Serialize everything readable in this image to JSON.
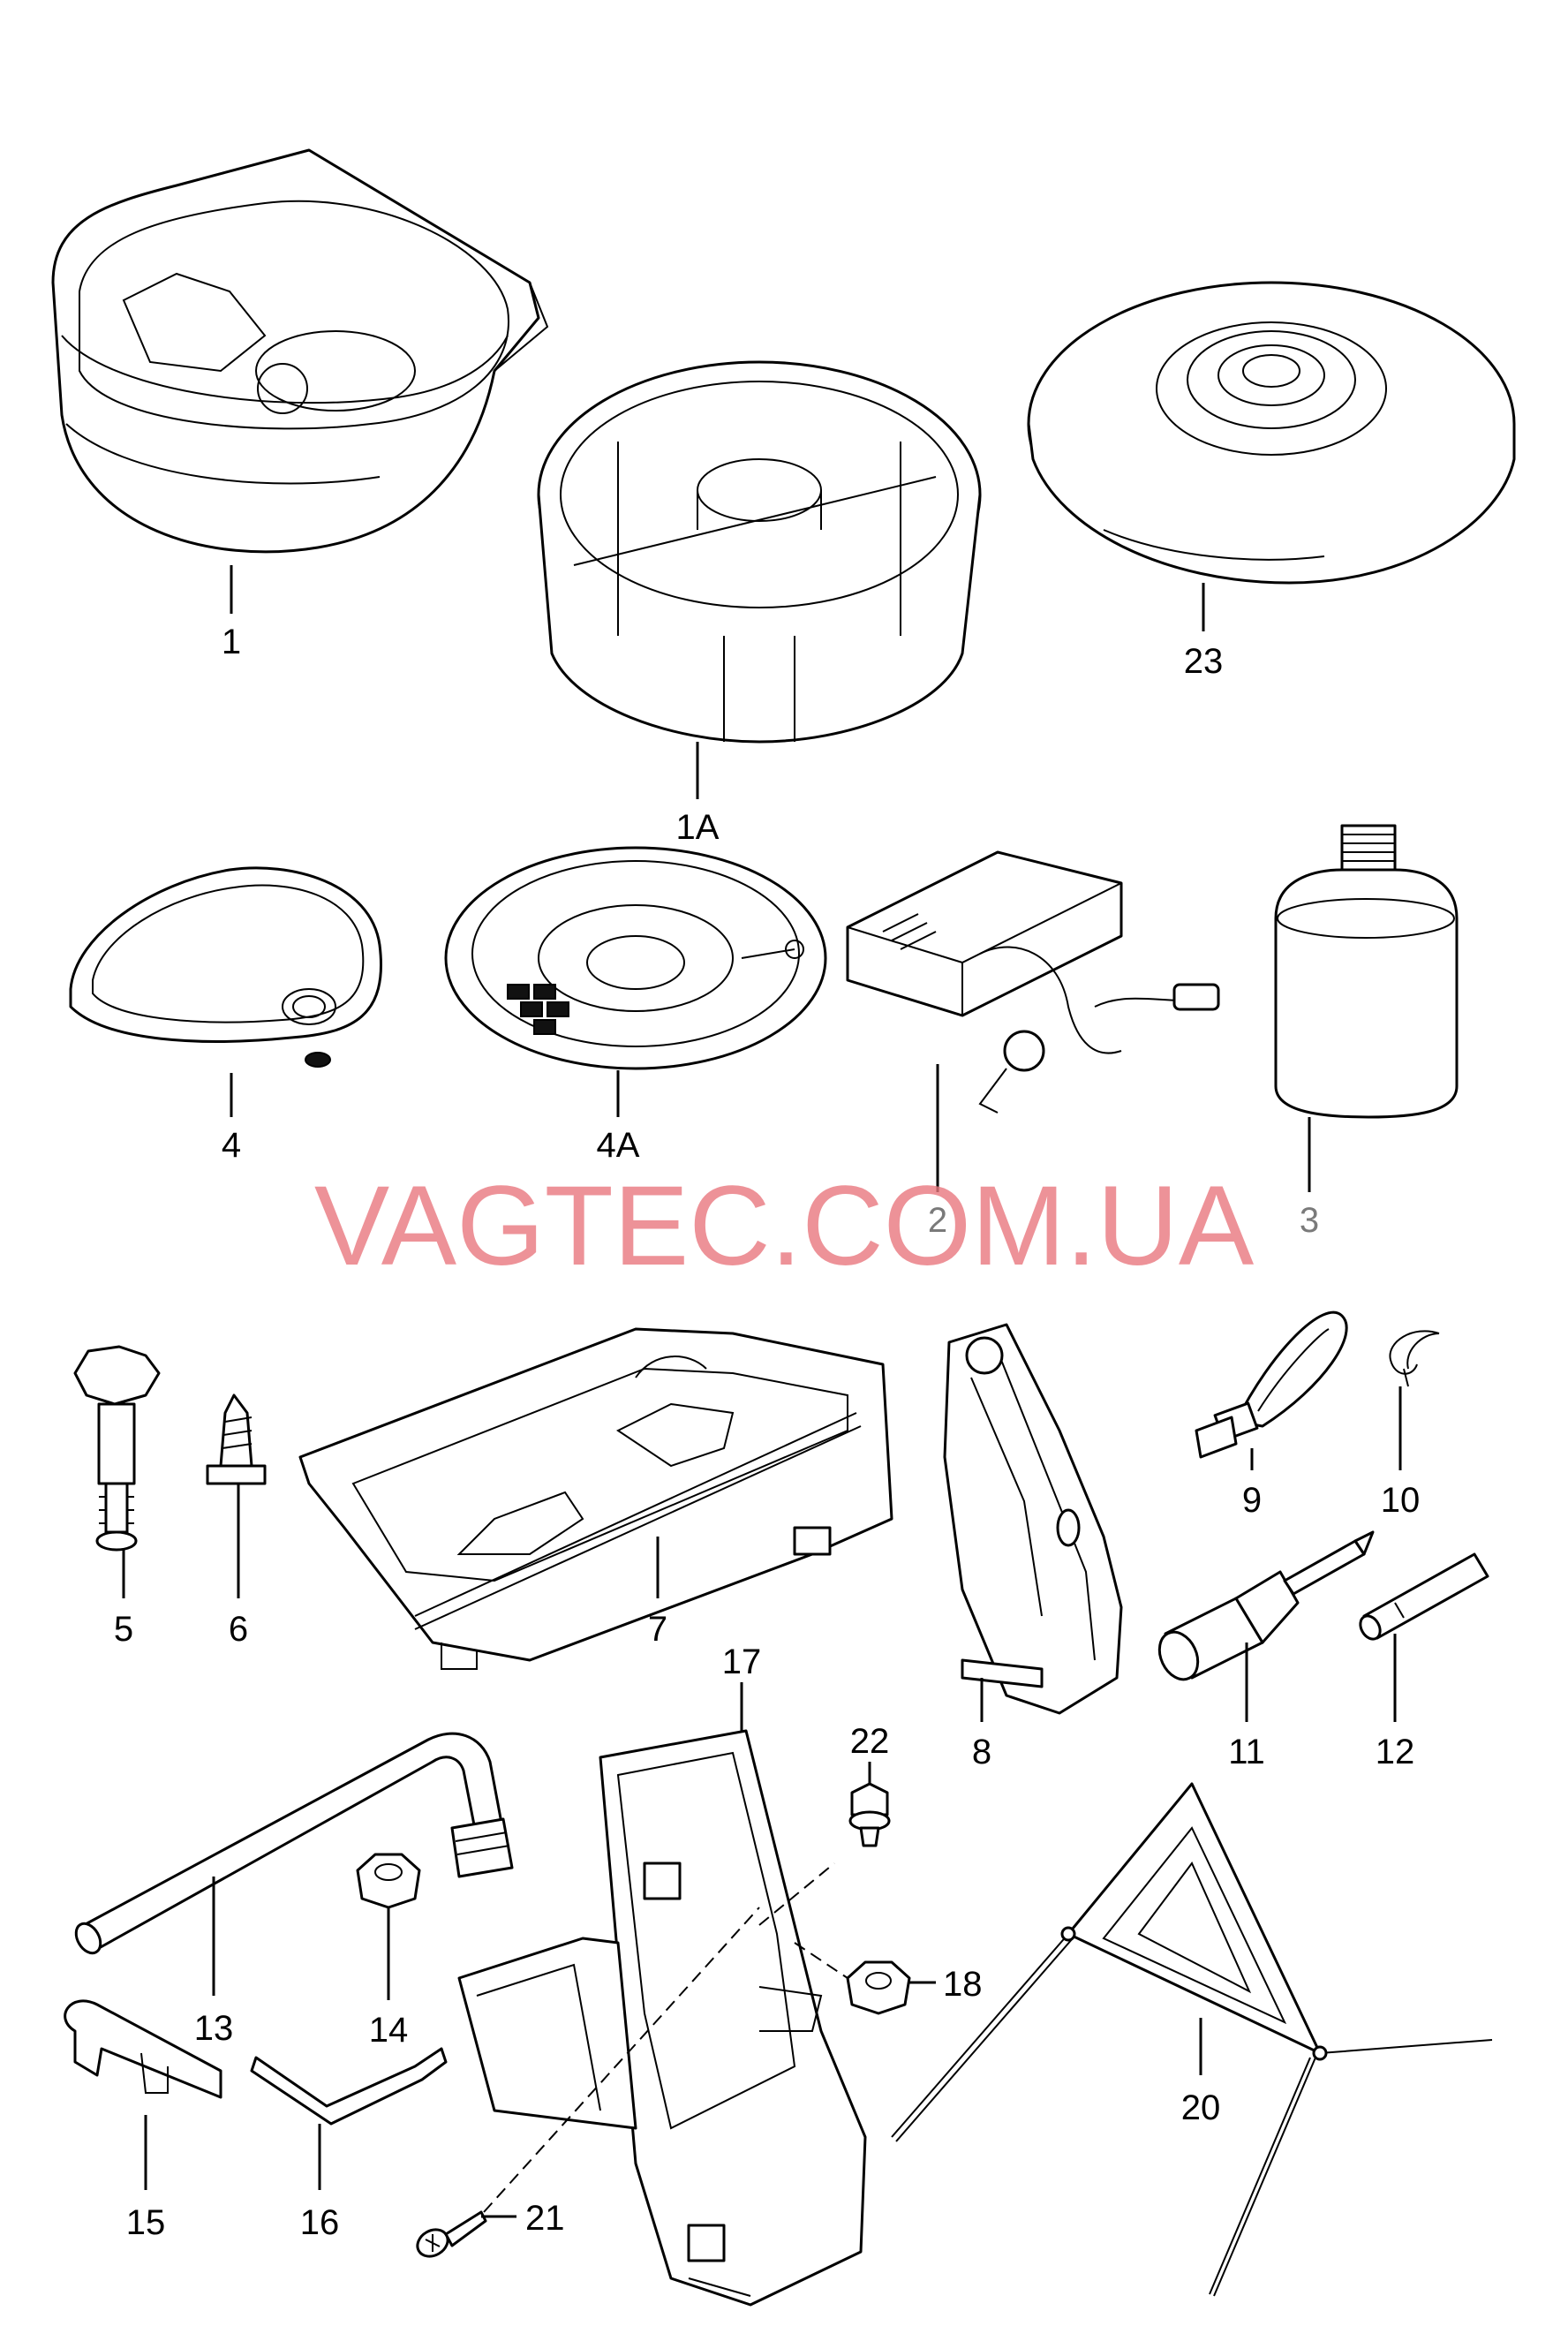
{
  "watermark": "VAGTEC.COM.UA",
  "labels": {
    "p1": "1",
    "p1a": "1A",
    "p23": "23",
    "p4": "4",
    "p4a": "4A",
    "p2": "2",
    "p3": "3",
    "p5": "5",
    "p6": "6",
    "p7": "7",
    "p8": "8",
    "p9": "9",
    "p10": "10",
    "p11": "11",
    "p12": "12",
    "p13": "13",
    "p14": "14",
    "p15": "15",
    "p16": "16",
    "p17": "17",
    "p18": "18",
    "p20": "20",
    "p21": "21",
    "p22": "22"
  }
}
